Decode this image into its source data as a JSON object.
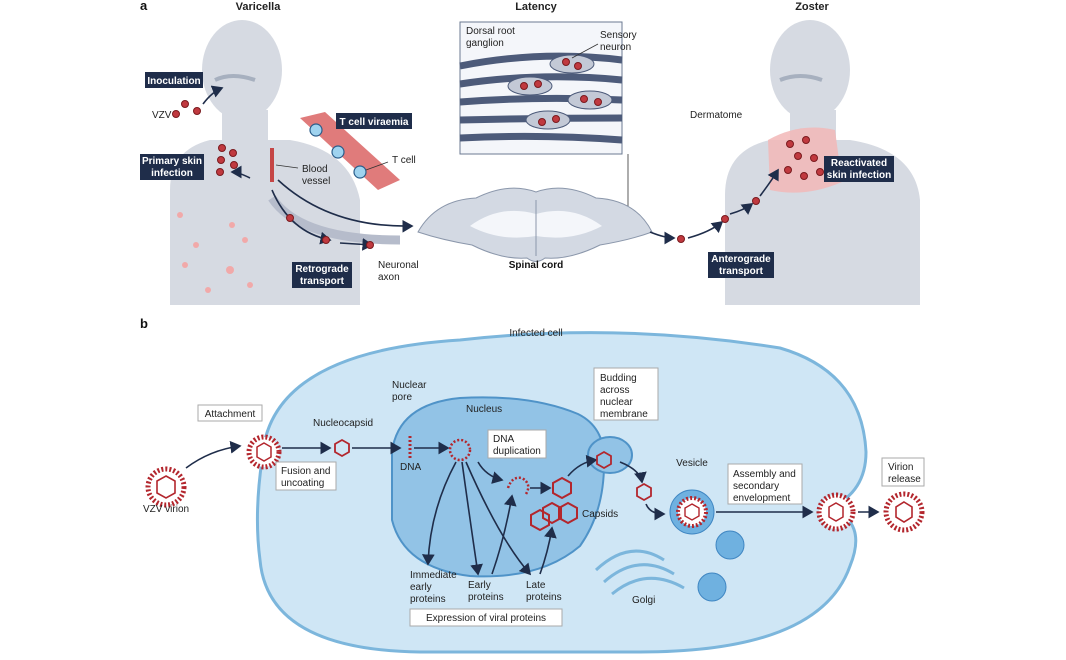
{
  "panel_a": {
    "letter": "a",
    "headers": {
      "varicella": "Varicella",
      "latency": "Latency",
      "zoster": "Zoster"
    },
    "tags": {
      "inoculation": "Inoculation",
      "t_cell_viraemia": "T cell viraemia",
      "primary_skin_1": "Primary skin",
      "primary_skin_2": "infection",
      "retrograde_1": "Retrograde",
      "retrograde_2": "transport",
      "anterograde_1": "Anterograde",
      "anterograde_2": "transport",
      "reactivated_1": "Reactivated",
      "reactivated_2": "skin infection"
    },
    "labels": {
      "vzv": "VZV",
      "t_cell": "T cell",
      "blood_1": "Blood",
      "blood_2": "vessel",
      "neuronal_1": "Neuronal",
      "neuronal_2": "axon",
      "drg_1": "Dorsal root",
      "drg_2": "ganglion",
      "sensory_1": "Sensory",
      "sensory_2": "neuron",
      "spinal_cord": "Spinal cord",
      "dermatome": "Dermatome"
    }
  },
  "panel_b": {
    "letter": "b",
    "labels": {
      "infected_cell": "Infected cell",
      "vzv_virion": "VZV virion",
      "attachment": "Attachment",
      "nucleocapsid": "Nucleocapsid",
      "fusion_1": "Fusion and",
      "fusion_2": "uncoating",
      "nuclear_pore_1": "Nuclear",
      "nuclear_pore_2": "pore",
      "nucleus": "Nucleus",
      "dna": "DNA",
      "dna_dup_1": "DNA",
      "dna_dup_2": "duplication",
      "budding_1": "Budding",
      "budding_2": "across",
      "budding_3": "nuclear",
      "budding_4": "membrane",
      "capsids": "Capsids",
      "vesicle": "Vesicle",
      "assembly_1": "Assembly and",
      "assembly_2": "secondary",
      "assembly_3": "envelopment",
      "virion_rel_1": "Virion",
      "virion_rel_2": "release",
      "ie_1": "Immediate",
      "ie_2": "early",
      "ie_3": "proteins",
      "early_1": "Early",
      "early_2": "proteins",
      "late_1": "Late",
      "late_2": "proteins",
      "golgi": "Golgi",
      "expression": "Expression of viral proteins"
    }
  },
  "colors": {
    "body": "#d6dae2",
    "navy": "#1f2d4a",
    "virus": "#b3262d",
    "cell": "#cfe6f5",
    "nucleus": "#92c3e6",
    "skin": "#f2b7b7"
  }
}
